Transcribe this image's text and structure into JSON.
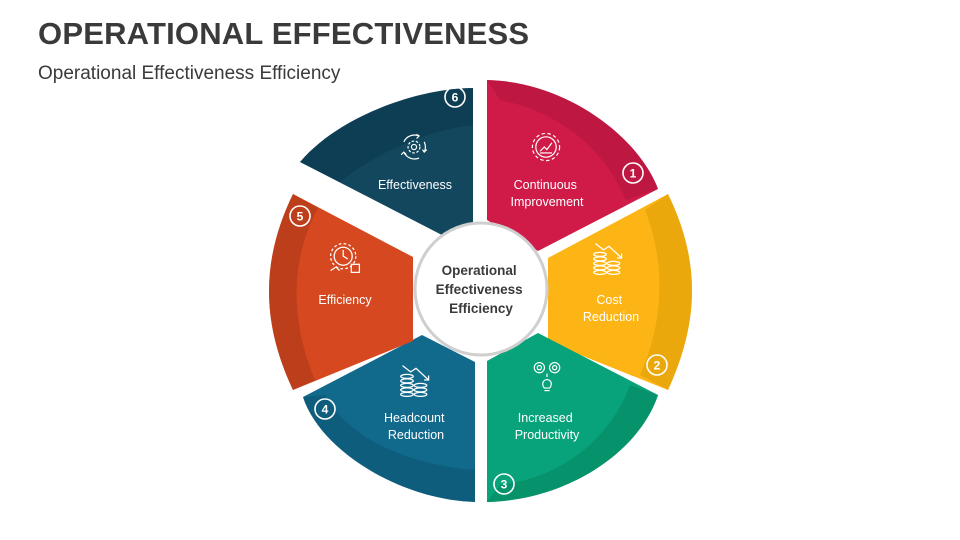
{
  "header": {
    "title": "OPERATIONAL EFFECTIVENESS",
    "subtitle": "Operational Effectiveness Efficiency"
  },
  "center": {
    "lines": [
      "Operational",
      "Effectiveness",
      "Efficiency"
    ]
  },
  "segments": [
    {
      "number": "1",
      "lines": [
        "Continuous",
        "Improvement"
      ],
      "icon": "gear-growth-icon",
      "color": "#d01b48",
      "dark": "#a3123a"
    },
    {
      "number": "2",
      "lines": [
        "Cost",
        "Reduction"
      ],
      "icon": "coins-down-icon",
      "color": "#fdb515",
      "dark": "#dc9d07"
    },
    {
      "number": "3",
      "lines": [
        "Increased",
        "Productivity"
      ],
      "icon": "gears-bulb-icon",
      "color": "#08a37a",
      "dark": "#06855f"
    },
    {
      "number": "4",
      "lines": [
        "Headcount",
        "Reduction"
      ],
      "icon": "coins-down-icon",
      "color": "#116a8c",
      "dark": "#0c5270"
    },
    {
      "number": "5",
      "lines": [
        "Efficiency"
      ],
      "icon": "gear-clock-icon",
      "color": "#d64920",
      "dark": "#a93518"
    },
    {
      "number": "6",
      "lines": [
        "Effectiveness"
      ],
      "icon": "cycle-gear-icon",
      "color": "#12475e",
      "dark": "#0a3446"
    }
  ]
}
